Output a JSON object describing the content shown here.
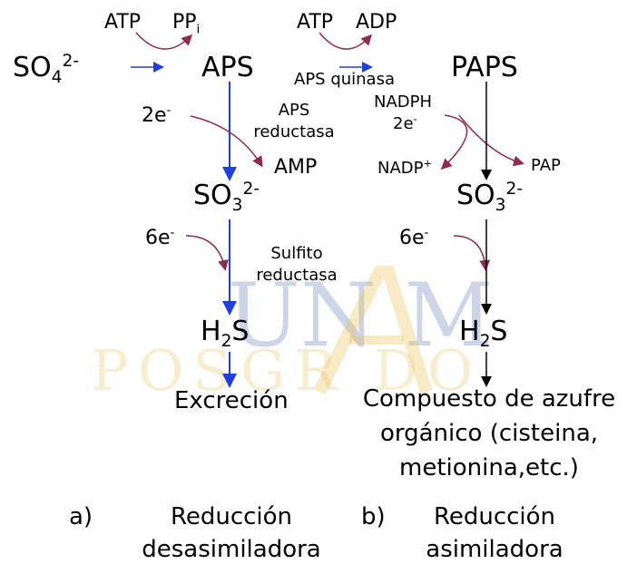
{
  "watermark": {
    "line1": "UN M",
    "line2": "POSGR DO",
    "color1": "#4a6fb0",
    "color2": "#e8c25a"
  },
  "colors": {
    "blue": "#1f3fe0",
    "black": "#000000",
    "maroon": "#8c2c50"
  },
  "pathway_a": {
    "sulfate": {
      "base": "SO",
      "sub": "4",
      "sup": "2-"
    },
    "atp": "ATP",
    "ppi": {
      "base": "PP",
      "sub": "i"
    },
    "aps": "APS",
    "electrons1": "2e",
    "electrons1_sup": "-",
    "enzyme1_line1": "APS",
    "enzyme1_line2": "reductasa",
    "amp": "AMP",
    "sulfite": {
      "base": "SO",
      "sub": "3",
      "sup": "2-"
    },
    "electrons2": "6e",
    "electrons2_sup": "-",
    "enzyme2_line1": "Sulfito",
    "enzyme2_line2": "reductasa",
    "h2s": {
      "pre": "H",
      "sub": "2",
      "post": "S"
    },
    "product": "Excreción"
  },
  "pathway_b": {
    "atp": "ATP",
    "adp": "ADP",
    "enzyme_kinase": "APS quinasa",
    "paps": "PAPS",
    "nadph": "NADPH",
    "electrons1": "2e",
    "electrons1_sup": "-",
    "nadp": "NADP",
    "nadp_sup": "+",
    "pap": "PAP",
    "sulfite": {
      "base": "SO",
      "sub": "3",
      "sup": "2-"
    },
    "electrons2": "6e",
    "electrons2_sup": "-",
    "h2s": {
      "pre": "H",
      "sub": "2",
      "post": "S"
    },
    "product_line1": "Compuesto de azufre",
    "product_line2": "orgánico (cisteina,",
    "product_line3": "metionina,etc.)"
  },
  "captions": {
    "a_letter": "a)",
    "a_line1": "Reducción",
    "a_line2": "desasimiladora",
    "b_letter": "b)",
    "b_line1": "Reducción",
    "b_line2": "asimiladora"
  }
}
